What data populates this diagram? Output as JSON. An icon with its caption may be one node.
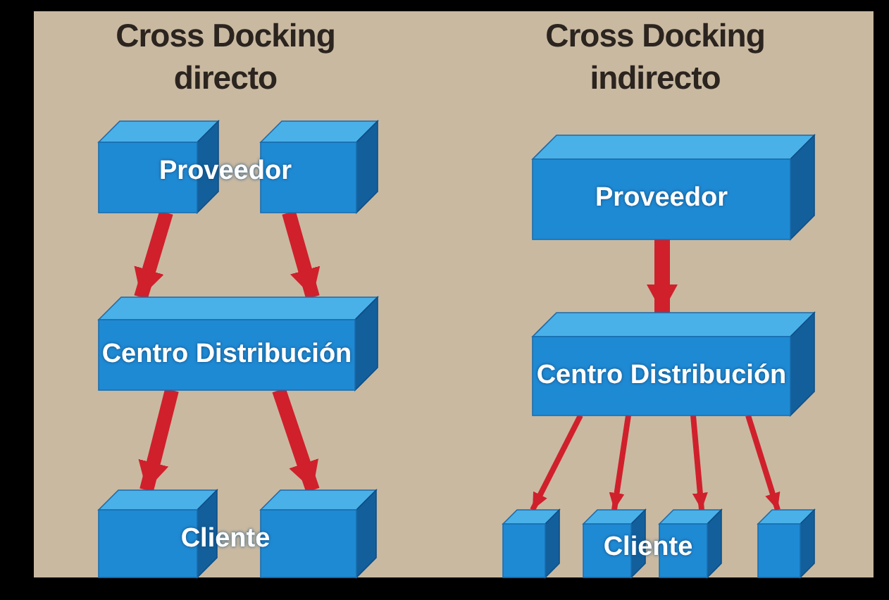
{
  "diagram": {
    "nodes": [
      {
        "text": [],
        "shape": "box"
      },
      {
        "text": [],
        "shape": "box"
      },
      {
        "text": [
          "Centro Distribución"
        ]
      },
      {
        "text": [],
        "shape": "box"
      },
      {
        "text": [],
        "shape": "box"
      },
      {
        "text": [
          "Proveedor"
        ]
      },
      {
        "text": [
          "Centro Distribución"
        ]
      },
      {
        "text": [],
        "shape": "box"
      },
      {
        "text": [],
        "shape": "box"
      },
      {
        "text": [],
        "shape": "box"
      },
      {
        "text": [],
        "shape": "box"
      }
    ],
    "edges": [
      {
        "from": 0,
        "to": 2,
        "arrow": "to"
      },
      {
        "from": 1,
        "to": 2,
        "arrow": "to"
      },
      {
        "from": 2,
        "to": 3,
        "arrow": "to"
      },
      {
        "from": 2,
        "to": 4,
        "arrow": "to"
      },
      {
        "from": 5,
        "to": 6,
        "arrow": "to"
      },
      {
        "from": 6,
        "to": 7,
        "arrow": "to"
      },
      {
        "from": 6,
        "to": 8,
        "arrow": "to"
      },
      {
        "from": 6,
        "to": 9,
        "arrow": "to"
      },
      {
        "from": 6,
        "to": 10,
        "arrow": "to"
      }
    ],
    "labels": [
      "Cross Docking directo",
      "Cross Docking indirecto",
      "Proveedor",
      "Cliente",
      "Cliente"
    ]
  }
}
